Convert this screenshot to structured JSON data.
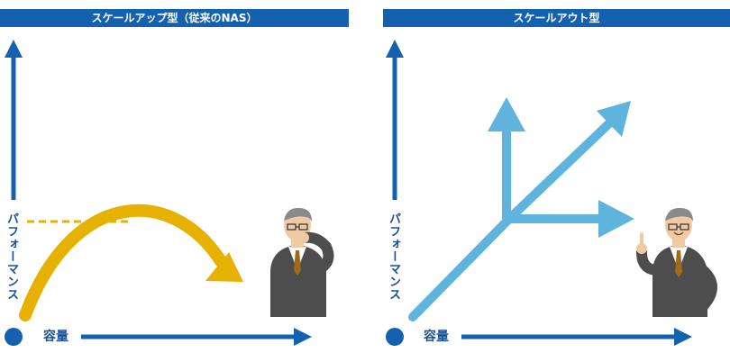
{
  "left_panel": {
    "title": "スケールアップ型（従来のNAS）",
    "y_axis_label": "パフォーマンス",
    "x_axis_label": "容量"
  },
  "right_panel": {
    "title": "スケールアウト型",
    "y_axis_label": "パフォーマンス",
    "x_axis_label": "容量"
  },
  "colors": {
    "banner": "#1461b0",
    "axis": "#1461b0",
    "scale_up_arrow": "#e6b100",
    "scale_out_arrows": "#5fb4de",
    "suit": "#4d4d4d"
  },
  "icons": {
    "left_person": "thinking-businessman-icon",
    "right_person": "pointing-businessman-icon"
  }
}
